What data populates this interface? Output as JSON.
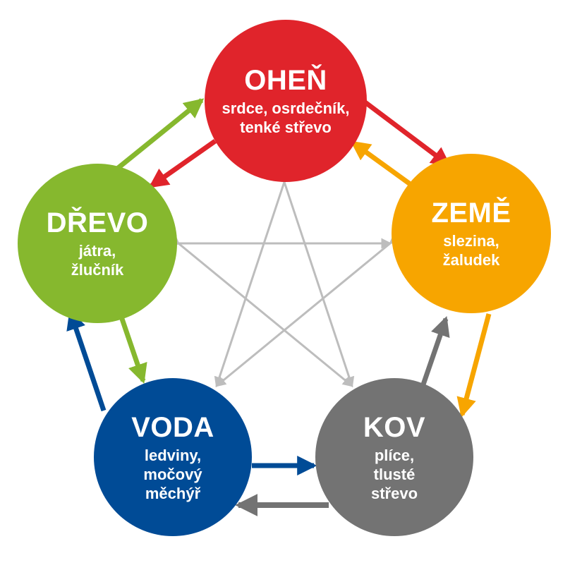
{
  "elements": [
    {
      "key": "fire",
      "title": "OHEŇ",
      "lines": [
        "srdce, osrdečník,",
        "tenké střevo"
      ],
      "color": "#e0242b"
    },
    {
      "key": "earth",
      "title": "ZEMĚ",
      "lines": [
        "slezina,",
        "žaludek"
      ],
      "color": "#f7a500"
    },
    {
      "key": "metal",
      "title": "KOV",
      "lines": [
        "plíce,",
        "tlusté",
        "střevo"
      ],
      "color": "#737373"
    },
    {
      "key": "water",
      "title": "VODA",
      "lines": [
        "ledviny,",
        "močový",
        "měchýř"
      ],
      "color": "#004b96"
    },
    {
      "key": "wood",
      "title": "DŘEVO",
      "lines": [
        "játra,",
        "žlučník"
      ],
      "color": "#86b82e"
    }
  ],
  "inner_star_color": "#bdbdbd"
}
